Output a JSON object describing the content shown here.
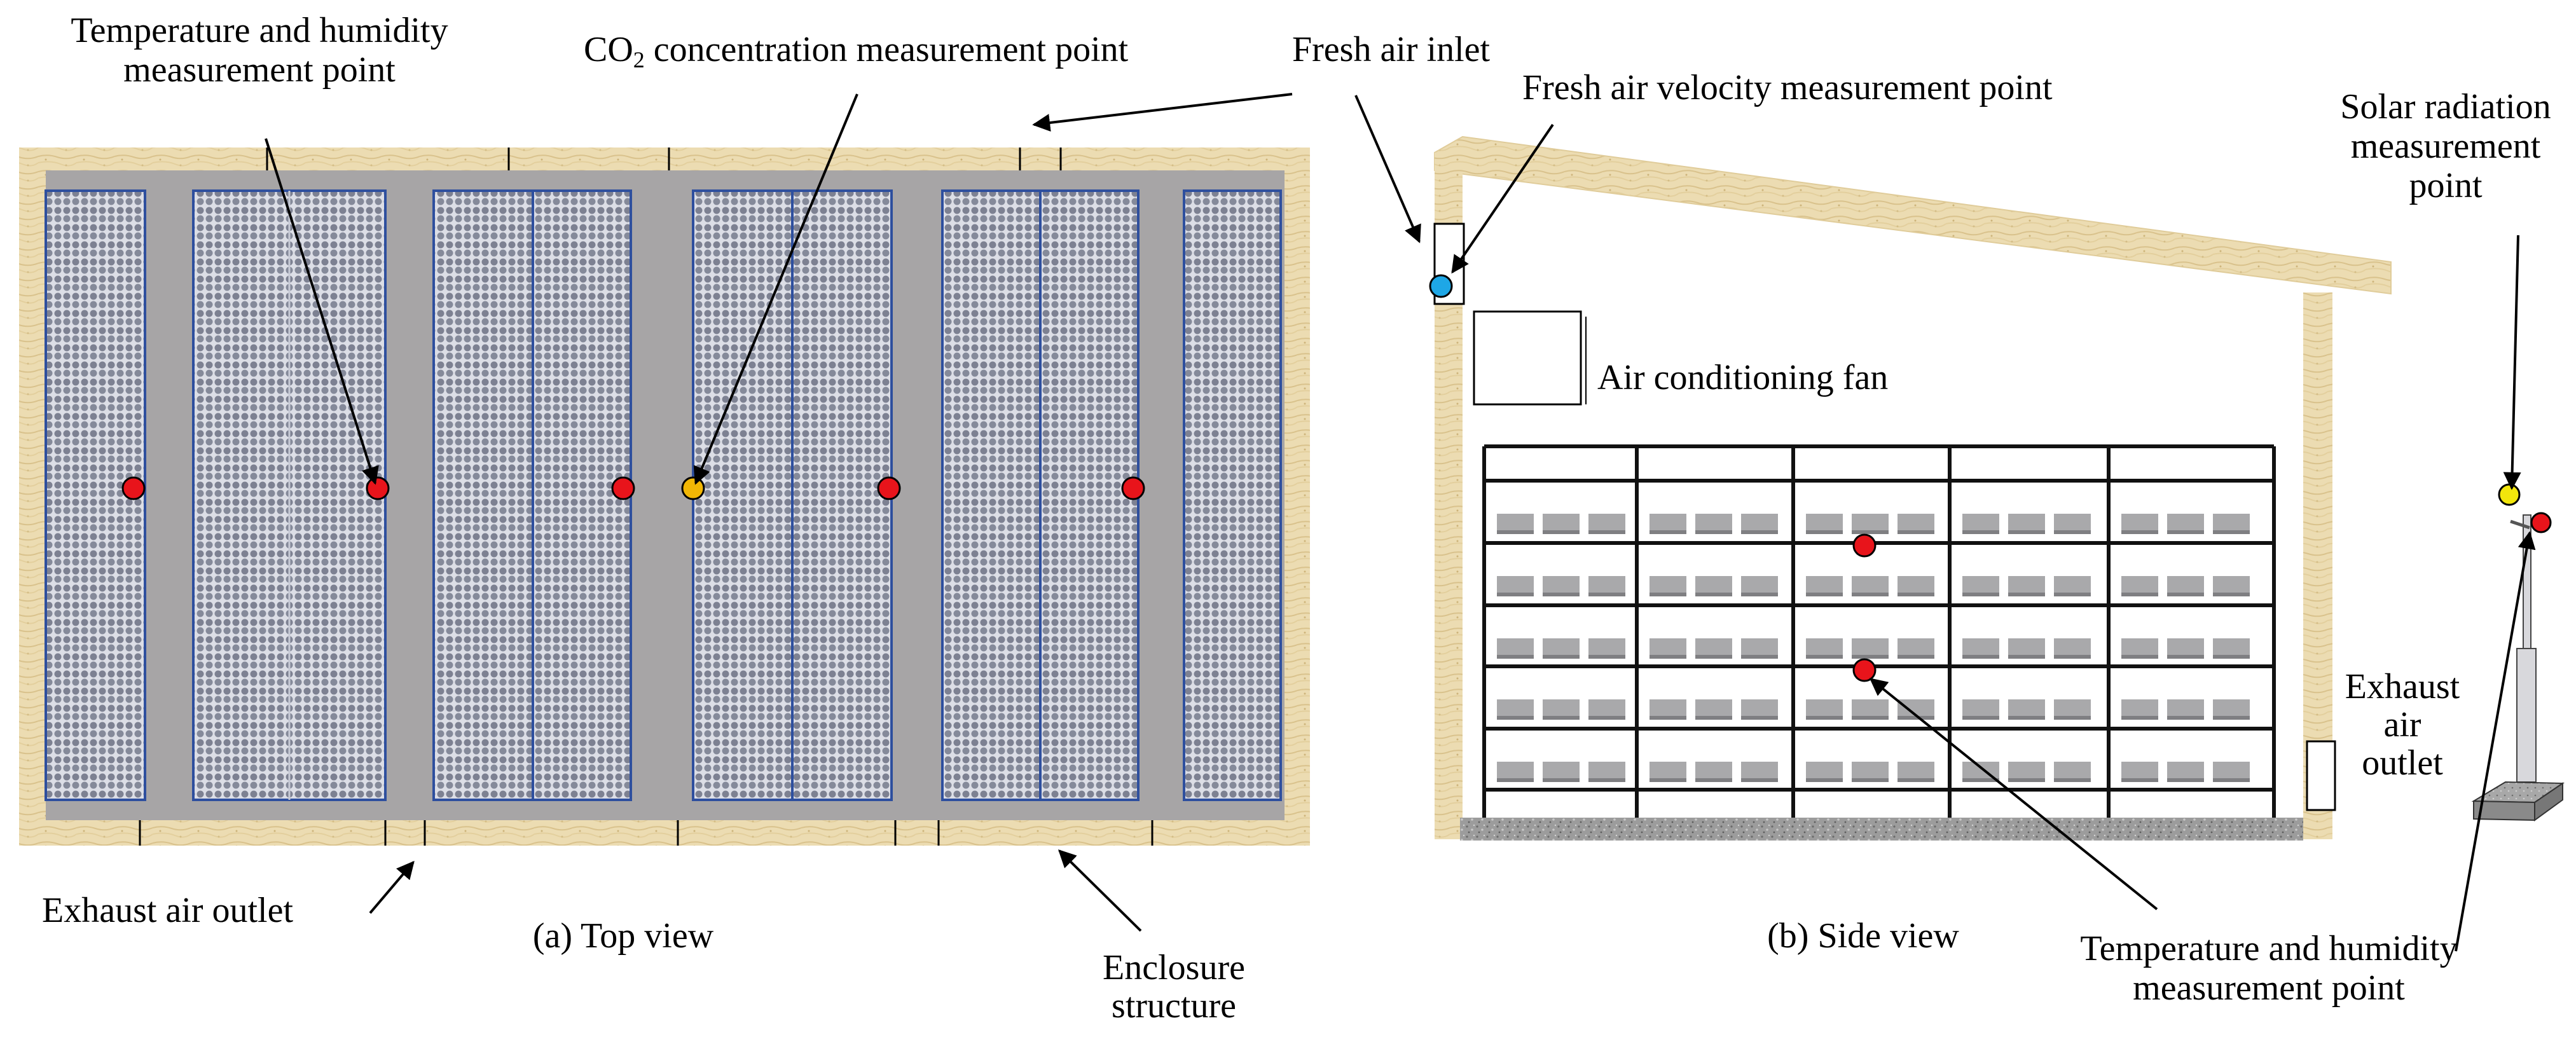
{
  "top_view": {
    "caption": "(a) Top view",
    "labels": {
      "temp_humidity_line1": "Temperature and humidity",
      "temp_humidity_line2": "measurement point",
      "co2_prefix": "CO",
      "co2_sub": "2",
      "co2_suffix": " concentration measurement point",
      "exhaust": "Exhaust air outlet",
      "enclosure_line1": "Enclosure",
      "enclosure_line2": "structure"
    }
  },
  "side_view": {
    "caption": "(b) Side view",
    "labels": {
      "fresh_air_inlet": "Fresh air inlet",
      "fresh_air_velocity": "Fresh air velocity measurement point",
      "ac_fan": "Air conditioning fan",
      "exhaust_line1": "Exhaust",
      "exhaust_line2": "air",
      "exhaust_line3": "outlet",
      "solar_line1": "Solar radiation",
      "solar_line2": "measurement",
      "solar_line3": "point",
      "temp_humidity_line1": "Temperature and humidity",
      "temp_humidity_line2": "measurement point"
    }
  },
  "colors": {
    "wall": "#ecdcb2",
    "floor": "#a7a5a6",
    "rack_fill": "#d9dbe4",
    "rack_border": "#2e4f9e",
    "pot": "#7c8090",
    "temp_point": "#e8141b",
    "co2_point": "#f2b705",
    "velocity_point": "#1ea7e6",
    "solar_point": "#f2e60c",
    "shelf_line": "#111111",
    "pot_side": "#a9a9ab",
    "ground": "#8d8d8d"
  }
}
